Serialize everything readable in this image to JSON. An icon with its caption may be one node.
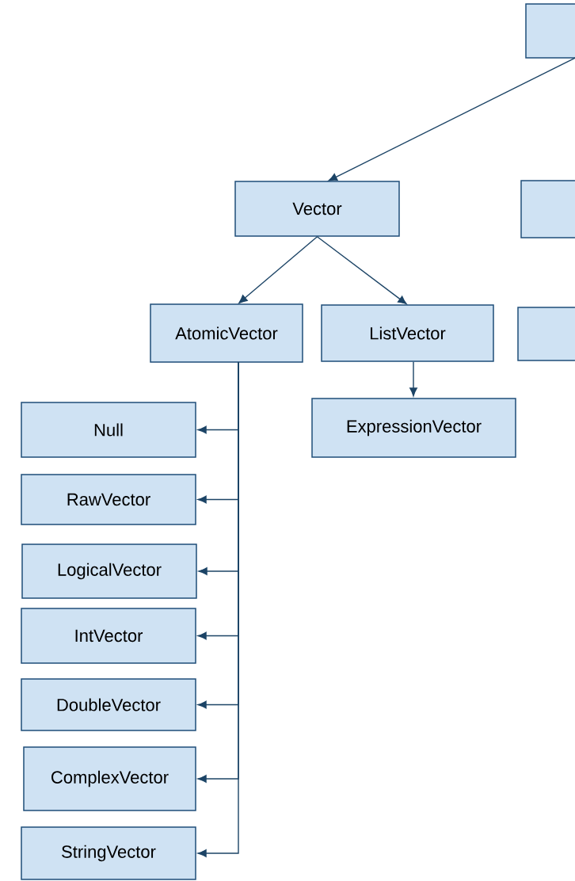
{
  "diagram": {
    "nodes": [
      {
        "text": [],
        "shape": "box"
      },
      {
        "text": [
          "Vector"
        ]
      },
      {
        "text": [],
        "shape": "box"
      },
      {
        "text": [
          "AtomicVector"
        ]
      },
      {
        "text": [
          "ListVector"
        ]
      },
      {
        "text": [],
        "shape": "box"
      },
      {
        "text": [
          "ExpressionVector"
        ]
      },
      {
        "text": [
          "Null"
        ]
      },
      {
        "text": [
          "RawVector"
        ]
      },
      {
        "text": [
          "LogicalVector"
        ]
      },
      {
        "text": [
          "IntVector"
        ]
      },
      {
        "text": [
          "DoubleVector"
        ]
      },
      {
        "text": [
          "ComplexVector"
        ]
      },
      {
        "text": [
          "StringVector"
        ]
      }
    ],
    "edges": [
      {
        "from": 0,
        "to": 1,
        "arrow": "to"
      },
      {
        "from": 1,
        "to": 3,
        "arrow": "to"
      },
      {
        "from": 1,
        "to": 4,
        "arrow": "to"
      },
      {
        "from": 4,
        "to": 6,
        "arrow": "to"
      },
      {
        "from": 3,
        "to": 7,
        "arrow": "to"
      },
      {
        "from": 3,
        "to": 8,
        "arrow": "to"
      },
      {
        "from": 3,
        "to": 9,
        "arrow": "to"
      },
      {
        "from": 3,
        "to": 10,
        "arrow": "to"
      },
      {
        "from": 3,
        "to": 11,
        "arrow": "to"
      },
      {
        "from": 3,
        "to": 12,
        "arrow": "to"
      },
      {
        "from": 3,
        "to": 13,
        "arrow": "to"
      }
    ]
  }
}
